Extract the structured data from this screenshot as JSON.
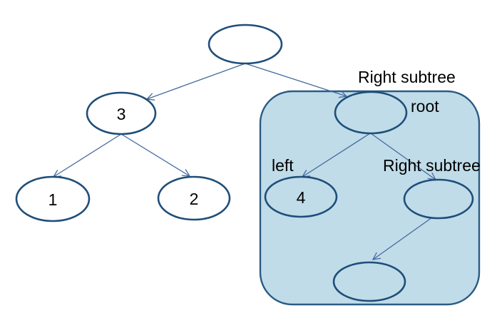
{
  "diagram": {
    "type": "binary-tree",
    "annotations": {
      "region_title": "Right subtree",
      "subtree_root": "root",
      "subtree_left": "left",
      "subtree_right": "Right subtree"
    },
    "nodes": {
      "root": {
        "label": ""
      },
      "left_child": {
        "label": "3"
      },
      "left_left": {
        "label": "1"
      },
      "left_right": {
        "label": "2"
      },
      "subtree_root": {
        "label": ""
      },
      "subtree_left": {
        "label": "4"
      },
      "subtree_right": {
        "label": ""
      },
      "subtree_bottom": {
        "label": ""
      }
    },
    "colors": {
      "node_stroke": "#1F4E79",
      "edge_color": "#44699D",
      "region_fill": "#C0DCE9",
      "region_stroke": "#2B5B83",
      "text_color": "#000000",
      "background": "#FFFFFF"
    }
  }
}
